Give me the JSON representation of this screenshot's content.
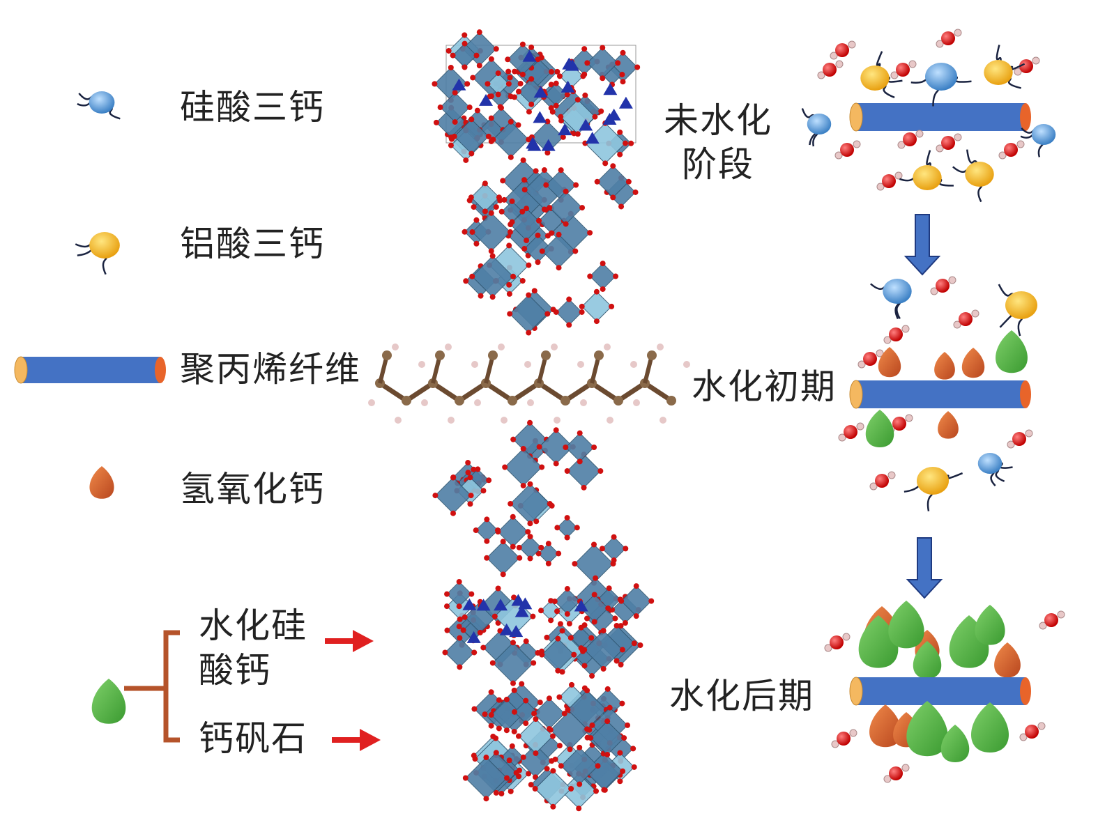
{
  "legend": {
    "c3s": "硅酸三钙",
    "c3a": "铝酸三钙",
    "pp_fiber": "聚丙烯纤维",
    "ch": "氢氧化钙",
    "csh_line1": "水化硅",
    "csh_line2": "酸钙",
    "aft": "钙矾石"
  },
  "stages": {
    "unhydrated_line1": "未水化",
    "unhydrated_line2": "阶段",
    "early": "水化初期",
    "late": "水化后期"
  },
  "colors": {
    "fiber": "#4472c4",
    "fiber_end": "#f4b860",
    "fiber_cap": "#e8642a",
    "c3s": "#5b9bd5",
    "c3a": "#f2b320",
    "ch": "#d0612c",
    "csh": "#5cb246",
    "polyhedra": "#4f7fa6",
    "oxygen": "#d01010",
    "arrow_red": "#e02020",
    "arrow_blue": "#4472c4",
    "bracket": "#b5532a"
  }
}
